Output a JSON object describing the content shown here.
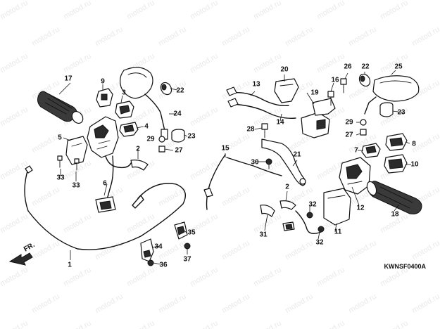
{
  "watermark": "motod.ru",
  "diagram_code": "KWNSF0400A",
  "direction_label": "FR.",
  "callouts": {
    "c1": "1",
    "c2a": "2",
    "c2b": "2",
    "c3": "3",
    "c4": "4",
    "c5": "5",
    "c6": "6",
    "c7": "7",
    "c8": "8",
    "c9": "9",
    "c10": "10",
    "c11": "11",
    "c12": "12",
    "c13": "13",
    "c14": "14",
    "c15": "15",
    "c16": "16",
    "c17": "17",
    "c18": "18",
    "c19": "19",
    "c20": "20",
    "c21": "21",
    "c22a": "22",
    "c22b": "22",
    "c23a": "23",
    "c23b": "23",
    "c24": "24",
    "c25": "25",
    "c26": "26",
    "c27a": "27",
    "c27b": "27",
    "c28": "28",
    "c29a": "29",
    "c29b": "29",
    "c30": "30",
    "c31": "31",
    "c32a": "32",
    "c32b": "32",
    "c33a": "33",
    "c33b": "33",
    "c34": "34",
    "c35": "35",
    "c36": "36",
    "c37": "37"
  }
}
